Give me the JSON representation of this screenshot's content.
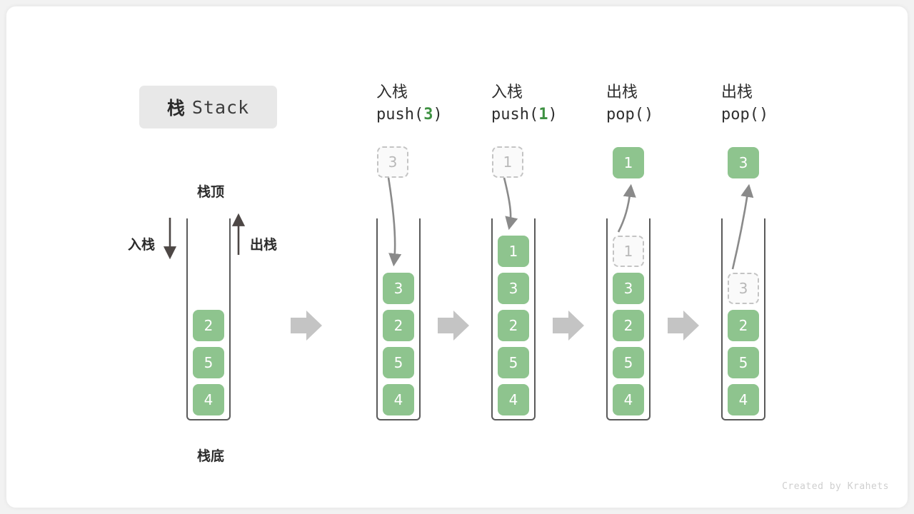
{
  "title": {
    "cn": "栈",
    "en": "Stack"
  },
  "labels": {
    "top": "栈顶",
    "bottom": "栈底",
    "push_side": "入栈",
    "pop_side": "出栈"
  },
  "colors": {
    "cell_fill": "#8ec48e",
    "cell_text": "#ffffff",
    "ghost_fill": "#fafafa",
    "ghost_border": "#c4c4c4",
    "ghost_text": "#b8b8b8",
    "container_border": "#5a5a5a",
    "flow_arrow": "#c4c4c4",
    "accent_green": "#3e9142",
    "title_chip_bg": "#e8e8e8",
    "canvas_bg": "#ffffff",
    "page_bg": "#f2f2f2"
  },
  "flow_arrow_icon": "right-arrow-icon",
  "credit": "Created by Krahets",
  "chart_data": {
    "type": "diagram",
    "title": "栈 Stack",
    "description": "Stack push/pop operation sequence diagram",
    "steps": [
      {
        "id": "initial",
        "op_cn": "",
        "op_code": "",
        "stack_top_to_bottom": [
          "2",
          "5",
          "4"
        ],
        "floating": null,
        "ghost_in_stack": null,
        "arrow": null
      },
      {
        "id": "push3",
        "op_cn": "入栈",
        "op_code": "push(",
        "op_arg": "3",
        "op_code_tail": ")",
        "stack_top_to_bottom": [
          "3",
          "2",
          "5",
          "4"
        ],
        "floating": {
          "value": "3",
          "style": "ghost"
        },
        "ghost_in_stack": null,
        "arrow": "down-into-stack"
      },
      {
        "id": "push1",
        "op_cn": "入栈",
        "op_code": "push(",
        "op_arg": "1",
        "op_code_tail": ")",
        "stack_top_to_bottom": [
          "1",
          "3",
          "2",
          "5",
          "4"
        ],
        "floating": {
          "value": "1",
          "style": "ghost"
        },
        "ghost_in_stack": null,
        "arrow": "down-into-stack"
      },
      {
        "id": "pop1",
        "op_cn": "出栈",
        "op_code": "pop(",
        "op_arg": "",
        "op_code_tail": ")",
        "stack_top_to_bottom": [
          "3",
          "2",
          "5",
          "4"
        ],
        "floating": {
          "value": "1",
          "style": "solid"
        },
        "ghost_in_stack": {
          "value": "1"
        },
        "arrow": "up-out-of-stack"
      },
      {
        "id": "pop3",
        "op_cn": "出栈",
        "op_code": "pop(",
        "op_arg": "",
        "op_code_tail": ")",
        "stack_top_to_bottom": [
          "2",
          "5",
          "4"
        ],
        "floating": {
          "value": "3",
          "style": "solid"
        },
        "ghost_in_stack": {
          "value": "3"
        },
        "arrow": "up-out-of-stack"
      }
    ],
    "legend": {
      "push_direction": "入栈",
      "pop_direction": "出栈",
      "top_label": "栈顶",
      "bottom_label": "栈底"
    }
  },
  "headers": [
    {
      "cn": "入栈",
      "code_pre": "push(",
      "arg": "3",
      "code_post": ")"
    },
    {
      "cn": "入栈",
      "code_pre": "push(",
      "arg": "1",
      "code_post": ")"
    },
    {
      "cn": "出栈",
      "code_pre": "pop(",
      "arg": "",
      "code_post": ")"
    },
    {
      "cn": "出栈",
      "code_pre": "pop(",
      "arg": "",
      "code_post": ")"
    }
  ],
  "cells": {
    "col0": [
      "2",
      "5",
      "4"
    ],
    "col1": [
      "3",
      "2",
      "5",
      "4"
    ],
    "col2": [
      "1",
      "3",
      "2",
      "5",
      "4"
    ],
    "col3": [
      "3",
      "2",
      "5",
      "4"
    ],
    "col4": [
      "2",
      "5",
      "4"
    ],
    "float1": "3",
    "float2": "1",
    "float3": "1",
    "float4": "3",
    "ghost3": "1",
    "ghost4": "3"
  }
}
